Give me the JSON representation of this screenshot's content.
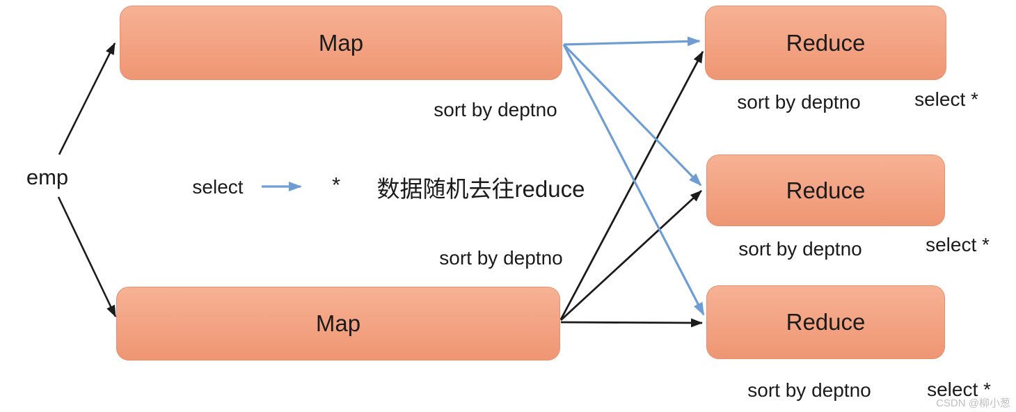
{
  "diagram": {
    "source": {
      "label": "emp"
    },
    "maps": [
      {
        "label": "Map",
        "sort_label": "sort by deptno"
      },
      {
        "label": "Map",
        "sort_label": "sort by deptno"
      }
    ],
    "reduces": [
      {
        "label": "Reduce",
        "sort_label": "sort by deptno",
        "select_label": "select *"
      },
      {
        "label": "Reduce",
        "sort_label": "sort by deptno",
        "select_label": "select *"
      },
      {
        "label": "Reduce",
        "sort_label": "sort by deptno",
        "select_label": "select *"
      }
    ],
    "legend": {
      "select_label": "select",
      "star": "*",
      "note": "数据随机去往reduce"
    },
    "watermark": "CSDN @柳小葱",
    "colors": {
      "node_fill_top": "#f6b294",
      "node_fill_bottom": "#ef9673",
      "node_border": "#e59070",
      "arrow_black": "#1b1b1b",
      "arrow_blue": "#6d9dd3",
      "text": "#1b1b1b",
      "watermark": "#c0bfbf"
    }
  }
}
